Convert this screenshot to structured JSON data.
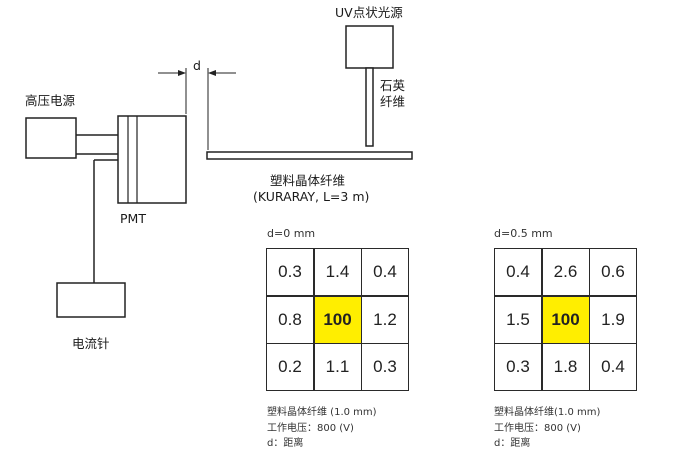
{
  "labels": {
    "uv_source": "UV点状光源",
    "quartz_fiber_line1": "石英",
    "quartz_fiber_line2": "纤维",
    "hv_supply": "高压电源",
    "gap_d": "d",
    "plastic_fiber_line1": "塑料晶体纤维",
    "plastic_fiber_line2": "(KURARAY, L=3 m)",
    "pmt": "PMT",
    "current_meter": "电流针"
  },
  "panels": [
    {
      "title": "d=0 mm",
      "cells": [
        "0.3",
        "1.4",
        "0.4",
        "0.8",
        "100",
        "1.2",
        "0.2",
        "1.1",
        "0.3"
      ],
      "highlight_index": 4,
      "highlight_color": "#ffee00",
      "caption": [
        "塑料晶体纤维 (1.0 mm)",
        "工作电压：800 (V)",
        "d：距离"
      ]
    },
    {
      "title": "d=0.5 mm",
      "cells": [
        "0.4",
        "2.6",
        "0.6",
        "1.5",
        "100",
        "1.9",
        "0.3",
        "1.8",
        "0.4"
      ],
      "highlight_index": 4,
      "highlight_color": "#ffee00",
      "caption": [
        "塑料晶体纤维(1.0 mm)",
        "工作电压：800 (V)",
        "d：距离"
      ]
    }
  ]
}
